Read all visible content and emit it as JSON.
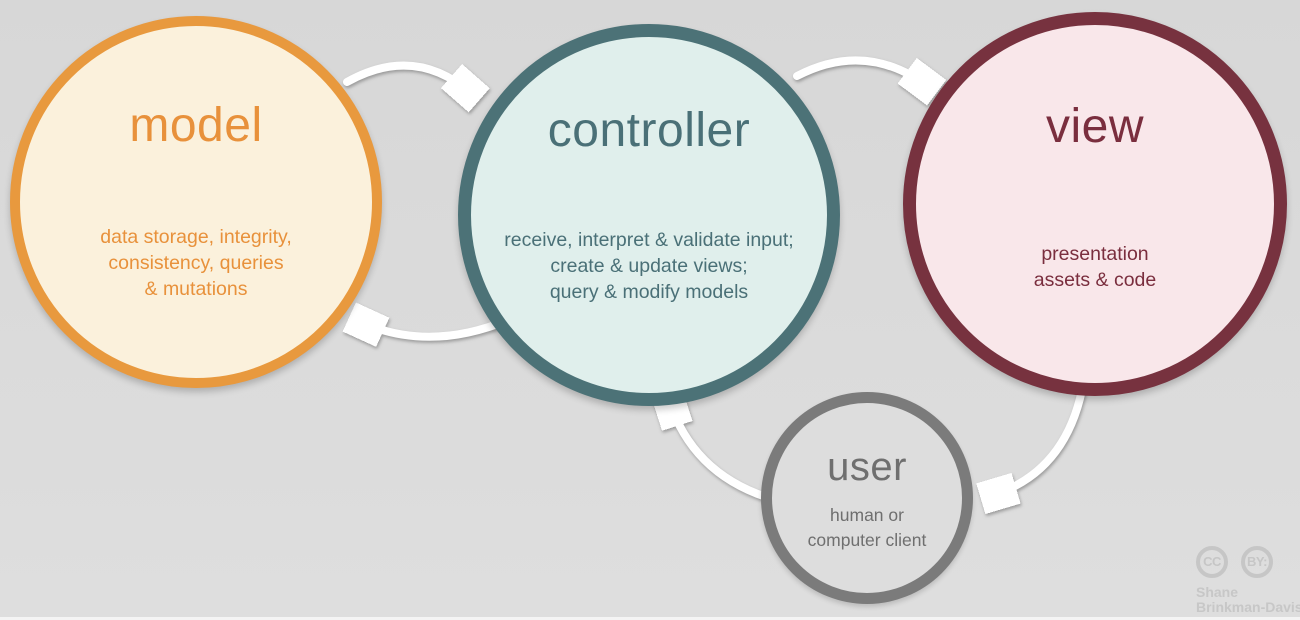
{
  "background": {
    "color": "#d9d9d9"
  },
  "nodes": {
    "model": {
      "label": "model",
      "lines": [
        "data storage, integrity,",
        "consistency, queries",
        "& mutations"
      ],
      "border_color": "#E8993E",
      "fill_color": "#FBF1DC",
      "text_color": "#E8913B"
    },
    "controller": {
      "label": "controller",
      "lines": [
        "receive, interpret & validate input;",
        "create & update views;",
        "query & modify models"
      ],
      "border_color": "#4C7277",
      "fill_color": "#E0EFEC",
      "text_color": "#4A7077"
    },
    "view": {
      "label": "view",
      "lines": [
        "presentation",
        "assets & code"
      ],
      "border_color": "#77323F",
      "fill_color": "#F9E7EA",
      "text_color": "#7A2E3E"
    },
    "user": {
      "label": "user",
      "lines": [
        "human or",
        "computer client"
      ],
      "border_color": "#7B7B7B",
      "fill_color": "#DDDDDD",
      "text_color": "#6F6F6F"
    }
  },
  "edges": [
    {
      "from": "model",
      "to": "controller"
    },
    {
      "from": "controller",
      "to": "view"
    },
    {
      "from": "controller",
      "to": "model"
    },
    {
      "from": "view",
      "to": "user"
    },
    {
      "from": "user",
      "to": "controller"
    }
  ],
  "arrow_color": "#FFFFFF",
  "attribution": {
    "cc_label": "CC",
    "by_label": "BY:",
    "author_line1": "Shane",
    "author_line2": "Brinkman-Davis"
  }
}
